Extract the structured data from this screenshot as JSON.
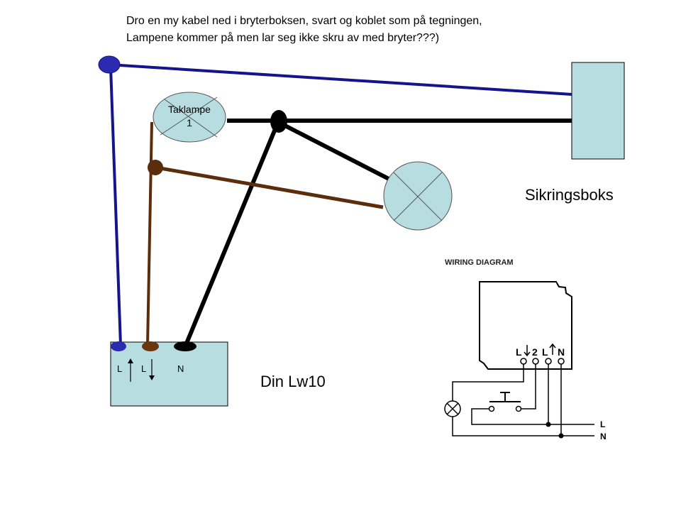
{
  "note": {
    "line1": "Dro en my kabel ned i bryterboksen, svart og koblet som på tegningen,",
    "line2": "Lampene kommer på men lar seg ikke skru av med bryter???)"
  },
  "lamp1": {
    "label_line1": "Taklampe",
    "label_line2": "1"
  },
  "fusebox": {
    "label": "Sikringsboks"
  },
  "switch_box": {
    "name": "Din Lw10",
    "terminal_labels": [
      "L",
      "L",
      "N"
    ]
  },
  "wiring_diagram": {
    "title": "WIRING DIAGRAM",
    "terminals": [
      "L",
      "2",
      "L",
      "N"
    ],
    "supply_labels": [
      "L",
      "N"
    ]
  },
  "colors": {
    "neutral_blue": "#14148c",
    "brown": "#5a2d0c",
    "black": "#000000",
    "box_fill": "#b7dde1",
    "lamp_fill": "#b7dde1"
  }
}
